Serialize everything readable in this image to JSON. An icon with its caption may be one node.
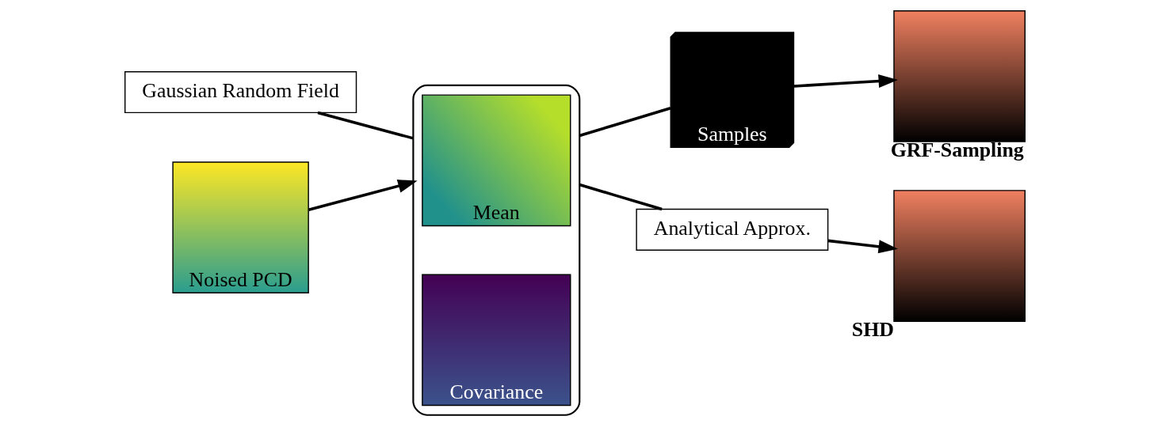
{
  "diagram": {
    "nodes": [
      {
        "text": [
          "Gaussian Random Field"
        ]
      },
      {
        "text": [
          "Noised PCD"
        ]
      },
      {
        "text": [],
        "shape": "box"
      },
      {
        "text": [
          "Mean"
        ],
        "in": 2
      },
      {
        "text": [
          "Covariance"
        ],
        "in": 2
      },
      {
        "text": [
          "Samples"
        ]
      },
      {
        "text": [],
        "shape": "picture",
        "beside": [
          "GRF-Sampling"
        ]
      },
      {
        "text": [
          "Analytical Approx."
        ]
      },
      {
        "text": [],
        "shape": "picture",
        "beside": [
          "SHD"
        ]
      }
    ],
    "edges": [
      {
        "from": 1,
        "to": 2,
        "arrow": "to"
      },
      {
        "from": 0,
        "to": 2,
        "arrow": "none"
      },
      {
        "from": 2,
        "to": 5,
        "arrow": "none"
      },
      {
        "from": 5,
        "to": 6,
        "arrow": "to"
      },
      {
        "from": 2,
        "to": 7,
        "arrow": "none"
      },
      {
        "from": 7,
        "to": 8,
        "arrow": "to"
      }
    ]
  }
}
